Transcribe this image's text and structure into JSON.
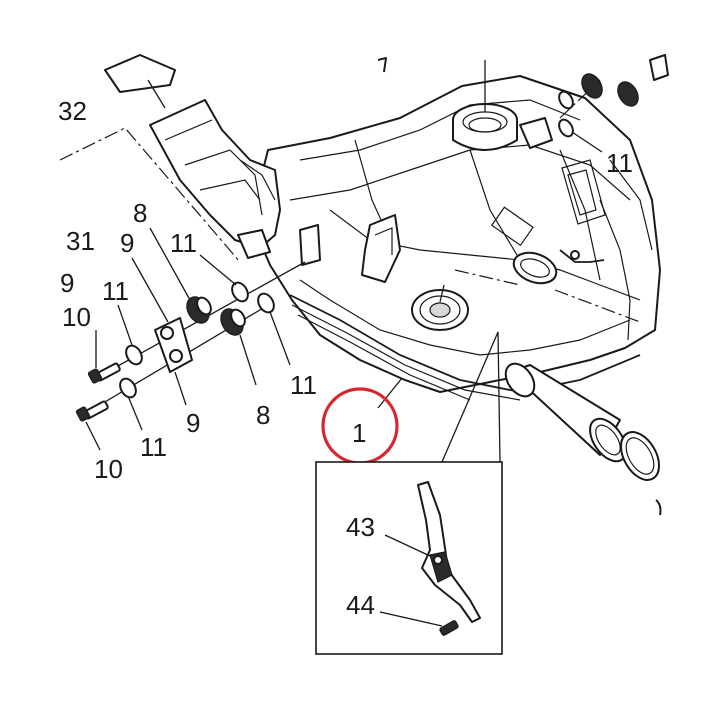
{
  "labels": {
    "l32": "32",
    "l31": "31",
    "l8a": "8",
    "l8b": "8",
    "l9a": "9",
    "l9b": "9",
    "l9c": "9",
    "l11a": "11",
    "l11b": "11",
    "l11c": "11",
    "l11d": "11",
    "l11e": "11",
    "l10a": "10",
    "l10b": "10",
    "l1": "1",
    "l43": "43",
    "l44": "44"
  },
  "colors": {
    "highlight": "#d8262f",
    "line": "#1a1a1a"
  }
}
